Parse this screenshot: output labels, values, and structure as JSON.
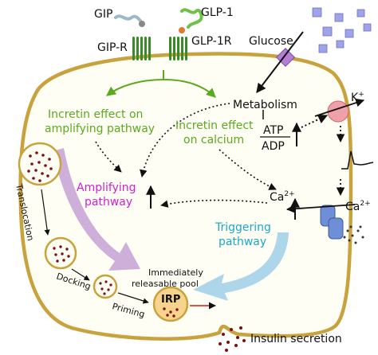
{
  "labels": {
    "gip": "GIP",
    "gip_r": "GIP-R",
    "glp1": "GLP-1",
    "glp1_r": "GLP-1R",
    "glucose": "Glucose",
    "metabolism": "Metabolism",
    "atp": "ATP",
    "adp": "ADP",
    "k_plus": "K",
    "k_sup": "+",
    "ca_left": "Ca",
    "ca_left_sup": "2+",
    "ca_right": "Ca",
    "ca_right_sup": "2+",
    "incretin_amp_1": "Incretin effect on",
    "incretin_amp_2": "amplifying pathway",
    "incretin_ca_1": "Incretin effect",
    "incretin_ca_2": "on calcium",
    "amplifying_1": "Amplifying",
    "amplifying_2": "pathway",
    "triggering_1": "Triggering",
    "triggering_2": "pathway",
    "translocation": "Translocation",
    "docking": "Docking",
    "priming": "Priming",
    "irp_desc_1": "Immediately",
    "irp_desc_2": "releasable pool",
    "irp": "IRP",
    "insulin_secretion": "Insulin secretion"
  },
  "colors": {
    "membrane": "#c8a23c",
    "cell_fill": "#fffef5",
    "incretin_green": "#5aaa1e",
    "amplifying_magenta": "#d11fd1",
    "amplifying_arrow": "#c9a6d6",
    "triggering_cyan": "#1ea6c8",
    "triggering_arrow": "#a9d4ea",
    "glucose_cube": "#9fa3e8",
    "transporter_purple": "#b57ed6",
    "k_channel": "#f0a0a8",
    "ca_channel": "#6e8ed6",
    "granule_dot": "#7a1010",
    "receptor_green": "#3a8a2a"
  }
}
